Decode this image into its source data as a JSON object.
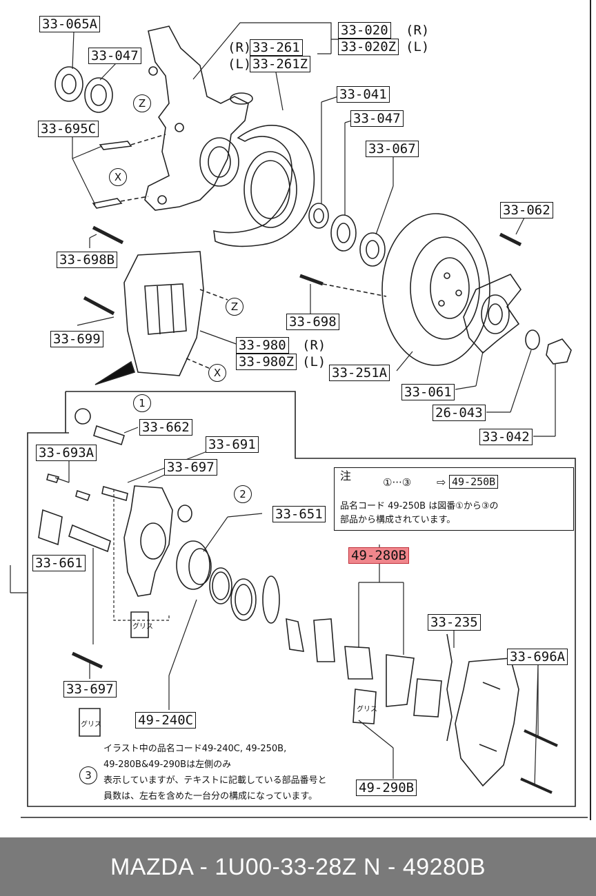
{
  "labels": {
    "l_33_065A": "33-065A",
    "l_33_047_a": "33-047",
    "l_33_020": "33-020",
    "l_33_020Z": "33-020Z",
    "l_33_261": "33-261",
    "l_33_261Z": "33-261Z",
    "l_33_695C": "33-695C",
    "l_33_041": "33-041",
    "l_33_047_b": "33-047",
    "l_33_067": "33-067",
    "l_33_062": "33-062",
    "l_33_698B": "33-698B",
    "l_33_698": "33-698",
    "l_33_699": "33-699",
    "l_33_980": "33-980",
    "l_33_980Z": "33-980Z",
    "l_33_251A": "33-251A",
    "l_33_061": "33-061",
    "l_26_043": "26-043",
    "l_33_042": "33-042",
    "l_33_662": "33-662",
    "l_33_691": "33-691",
    "l_33_693A": "33-693A",
    "l_33_697_a": "33-697",
    "l_33_651": "33-651",
    "l_33_661": "33-661",
    "l_49_280B": "49-280B",
    "l_33_235": "33-235",
    "l_33_696A": "33-696A",
    "l_33_697_b": "33-697",
    "l_49_240C": "49-240C",
    "l_49_290B": "49-290B"
  },
  "side": {
    "r": "(R)",
    "l": "(L)"
  },
  "callouts": {
    "z": "Z",
    "x": "X",
    "n1": "1",
    "n2": "2",
    "n3": "3"
  },
  "note_box": {
    "heading": "注",
    "line1_a": "①···③",
    "line1_arrow": "⇨",
    "line1_ref": "49-250B",
    "line2": "品名コード 49-250B は図番①から③の",
    "line3": "部品から構成されています。"
  },
  "bottom_note": {
    "line1": "イラスト中の品名コード49-240C, 49-250B,",
    "line2": "49-280B&49-290Bは左側のみ",
    "line3": "表示していますが、テキストに記載している部品番号と",
    "line4": "員数は、左右を含めた一台分の構成になっています。"
  },
  "grease_text": "グリス",
  "footer": {
    "caption": "MAZDA - 1U00-33-28Z     N - 49280B"
  },
  "colors": {
    "highlight_fill": "#f0868c",
    "highlight_border": "#c0303a",
    "footer_bg": "#7a7a7a",
    "footer_text": "#ffffff"
  }
}
